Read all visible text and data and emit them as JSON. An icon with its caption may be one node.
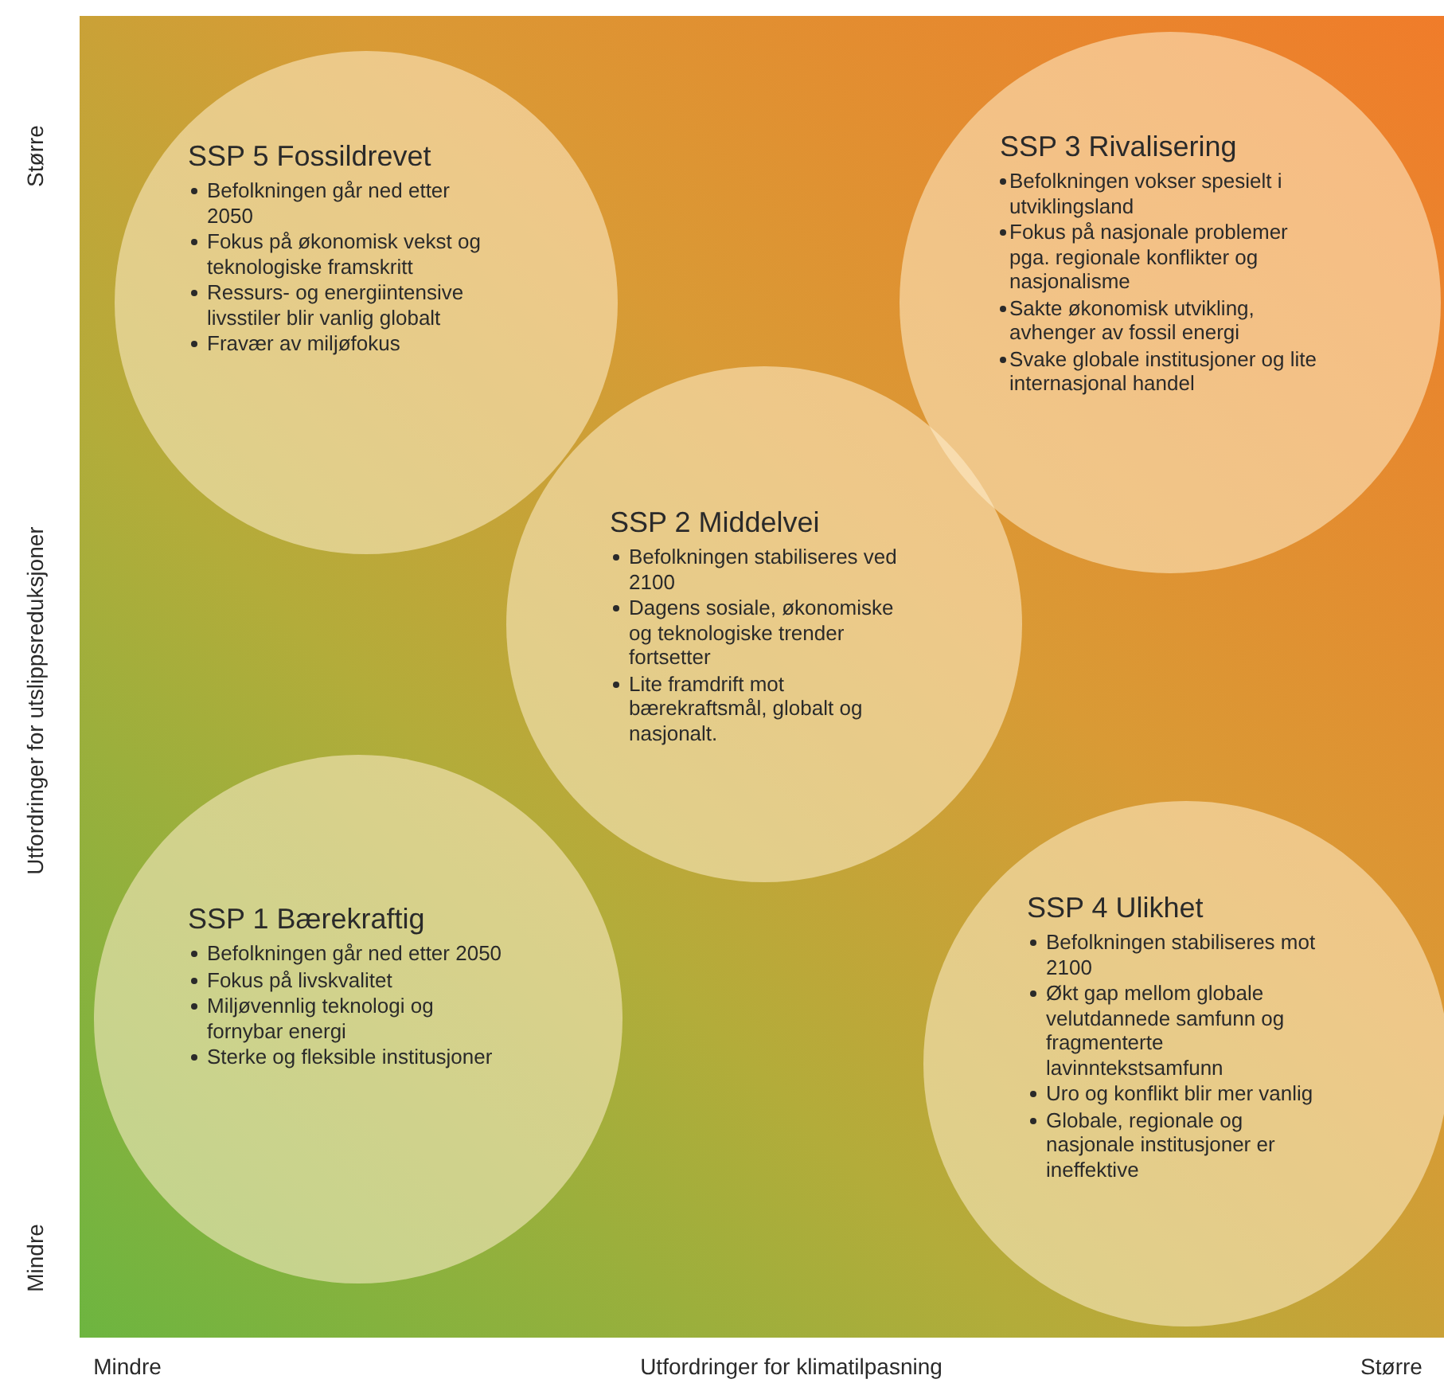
{
  "diagram": {
    "nodes": [
      {
        "text": [
          "SSP 5 Fossildrevet",
          "Befolkningen går ned etter 2050",
          "Fokus på økonomisk vekst og teknologiske framskritt",
          "Ressurs- og energiintensive livsstiler blir vanlig globalt",
          "Fravær av miljøfokus"
        ]
      },
      {
        "text": [
          "SSP 3 Rivalisering",
          "Befolkningen vokser spesielt i utviklingsland",
          "Fokus på nasjonale problemer pga. regionale konflikter og nasjonalisme",
          "Sakte økonomisk utvikling, avhenger av fossil energi",
          "Svake globale institusjoner og lite internasjonal handel"
        ]
      },
      {
        "text": [
          "SSP 2 Middelvei",
          "Befolkningen stabiliseres ved 2100",
          "Dagens sosiale, økonomiske og teknologiske trender fortsetter",
          "Lite framdrift mot bærekraftsmål, globalt og nasjonalt."
        ]
      },
      {
        "text": [
          "SSP 1 Bærekraftig",
          "Befolkningen går ned etter 2050",
          "Fokus på livskvalitet",
          "Miljøvennlig teknologi og fornybar energi",
          "Sterke og fleksible institusjoner"
        ]
      },
      {
        "text": [
          "SSP 4 Ulikhet",
          "Befolkningen stabiliseres mot 2100",
          "Økt gap mellom globale velutdannede samfunn og fragmenterte lavinntekstsamfunn",
          "Uro og konflikt blir mer vanlig",
          "Globale, regionale og nasjonale institusjoner er ineffektive"
        ]
      }
    ],
    "labels": [
      "Større",
      "Utfordringer for utslippsreduksjoner",
      "Mindre",
      "Mindre",
      "Utfordringer for klimatilpasning",
      "Større"
    ]
  }
}
